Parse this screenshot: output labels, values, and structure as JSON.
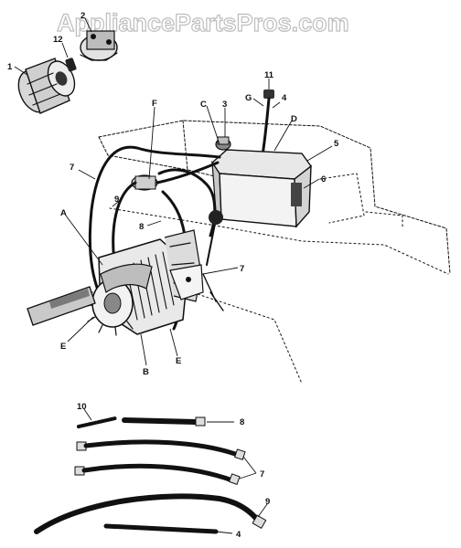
{
  "watermark": "AppliancePartsPros.com",
  "callouts": {
    "c1": "1",
    "c2": "2",
    "c12": "12",
    "c11": "11",
    "cG": "G",
    "c4_top": "4",
    "cF": "F",
    "cC": "C",
    "c3": "3",
    "cD": "D",
    "c5": "5",
    "c6": "6",
    "c7_left": "7",
    "c9_mid": "9",
    "c8_mid": "8",
    "cA": "A",
    "c7_right": "7",
    "cE_left": "E",
    "cB": "B",
    "cE_right": "E",
    "c10": "10",
    "c8_hose": "8",
    "c7_hose": "7",
    "c9_hose": "9",
    "c4_hose": "4"
  }
}
